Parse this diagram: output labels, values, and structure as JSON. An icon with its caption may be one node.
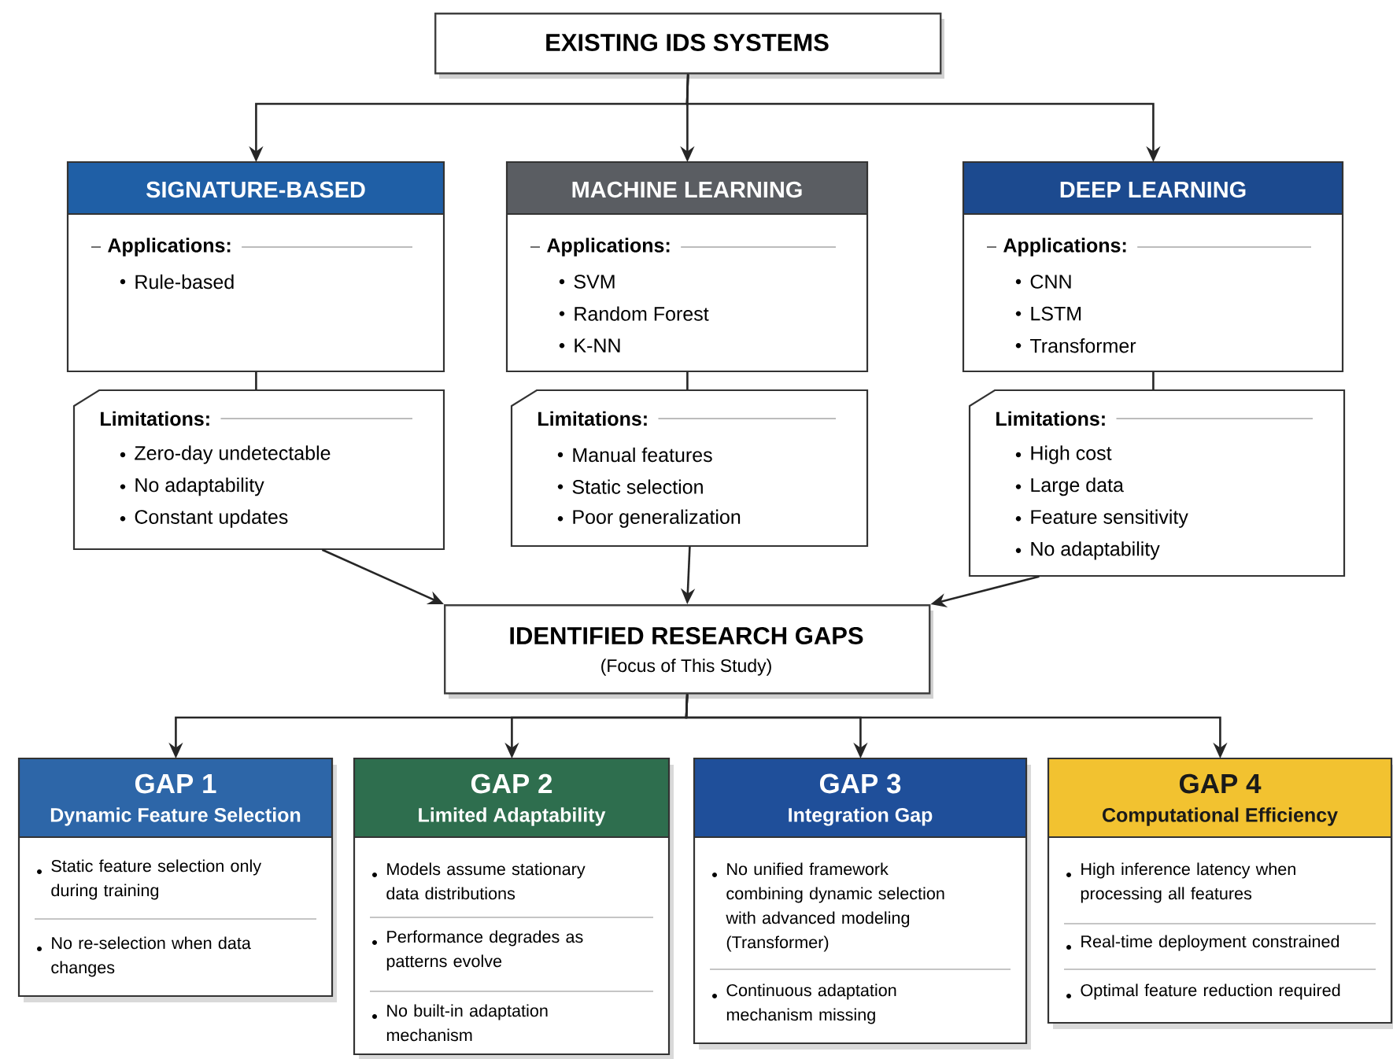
{
  "diagram": {
    "nodes": [
      {
        "text": [
          "EXISTING IDS SYSTEMS"
        ]
      },
      {
        "text": [
          "SIGNATURE-BASED",
          "Applications:",
          "Rule-based"
        ]
      },
      {
        "text": [
          "Limitations:",
          "Zero-day undetectable",
          "No adaptability",
          "Constant updates"
        ]
      },
      {
        "text": [
          "MACHINE LEARNING",
          "Applications:",
          "SVM",
          "Random Forest",
          "K-NN"
        ]
      },
      {
        "text": [
          "Limitations:",
          "Manual features",
          "Static selection",
          "Poor generalization"
        ]
      },
      {
        "text": [
          "DEEP LEARNING",
          "Applications:",
          "CNN",
          "LSTM",
          "Transformer"
        ]
      },
      {
        "text": [
          "Limitations:",
          "High cost",
          "Large data",
          "Feature sensitivity",
          "No adaptability"
        ]
      },
      {
        "text": [
          "IDENTIFIED RESEARCH GAPS",
          "(Focus of This Study)"
        ]
      },
      {
        "text": [
          "GAP 1",
          "Dynamic Feature Selection",
          "Static feature selection only during training",
          "No re-selection when data changes"
        ]
      },
      {
        "text": [
          "GAP 2",
          "Limited Adaptability",
          "Models assume stationary data distributions",
          "Performance degrades as patterns evolve",
          "No built-in adaptation mechanism"
        ]
      },
      {
        "text": [
          "GAP 3",
          "Integration Gap",
          "No unified framework combining dynamic selection with advanced modeling (Transformer)",
          "Continuous adaptation mechanism missing"
        ]
      },
      {
        "text": [
          "GAP 4",
          "Computational Efficiency",
          "High inference latency when processing all features",
          "Real-time deployment constrained",
          "Optimal feature reduction required"
        ]
      }
    ],
    "edges": [
      {
        "from": 0,
        "to": 1,
        "arrow": "to"
      },
      {
        "from": 0,
        "to": 3,
        "arrow": "to"
      },
      {
        "from": 0,
        "to": 5,
        "arrow": "to"
      },
      {
        "from": 1,
        "to": 2,
        "arrow": "none"
      },
      {
        "from": 3,
        "to": 4,
        "arrow": "none"
      },
      {
        "from": 5,
        "to": 6,
        "arrow": "none"
      },
      {
        "from": 2,
        "to": 7,
        "arrow": "to"
      },
      {
        "from": 4,
        "to": 7,
        "arrow": "to"
      },
      {
        "from": 6,
        "to": 7,
        "arrow": "to"
      },
      {
        "from": 7,
        "to": 8,
        "arrow": "to"
      },
      {
        "from": 7,
        "to": 9,
        "arrow": "to"
      },
      {
        "from": 7,
        "to": 10,
        "arrow": "to"
      },
      {
        "from": 7,
        "to": 11,
        "arrow": "to"
      }
    ]
  }
}
